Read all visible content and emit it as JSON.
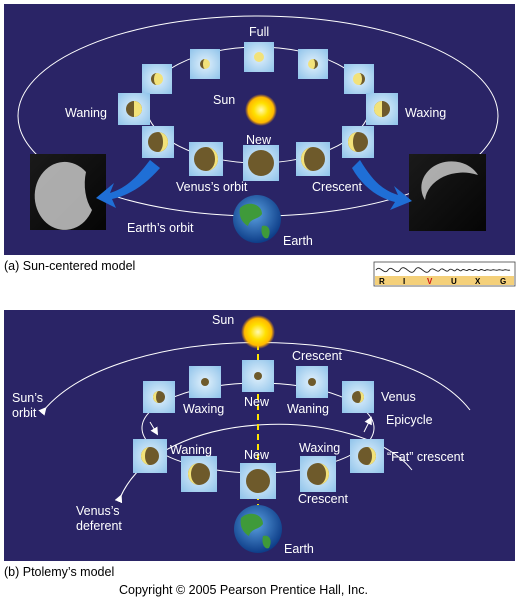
{
  "panel_a": {
    "caption": "(a) Sun-centered model",
    "labels": {
      "full": "Full",
      "sun": "Sun",
      "waning": "Waning",
      "waxing": "Waxing",
      "new": "New",
      "venus_orbit": "Venus’s orbit",
      "crescent": "Crescent",
      "earth_orbit": "Earth’s orbit",
      "earth": "Earth"
    }
  },
  "panel_b": {
    "caption": "(b) Ptolemy’s model",
    "labels": {
      "sun": "Sun",
      "crescent": "Crescent",
      "suns_orbit_1": "Sun’s",
      "suns_orbit_2": "orbit",
      "waxing_top": "Waxing",
      "new_top": "New",
      "waning_top": "Waning",
      "venus": "Venus",
      "epicycle": "Epicycle",
      "waning_bottom": "Waning",
      "new_bottom": "New",
      "waxing_bottom": "Waxing",
      "fat_crescent": "“Fat” crescent",
      "crescent_bottom": "Crescent",
      "venus_deferent_1": "Venus’s",
      "venus_deferent_2": "deferent",
      "earth": "Earth"
    }
  },
  "spectrum_band": [
    "R",
    "I",
    "V",
    "U",
    "X",
    "G"
  ],
  "copyright": "Copyright © 2005 Pearson Prentice Hall, Inc.",
  "colors": {
    "panel_bg": "#2a2466",
    "tile": "#a9d3f2",
    "sun": "#ffd400",
    "arrow": "#1f6fd6",
    "venus_dark": "#6e5a2b",
    "venus_lit": "#f2e27a",
    "dashed_line": "#ffe600"
  }
}
